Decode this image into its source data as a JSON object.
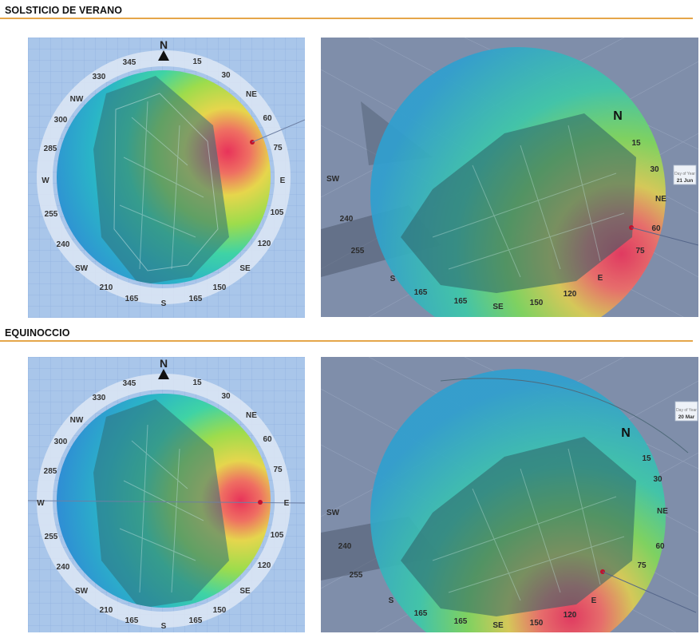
{
  "sections": [
    {
      "title": "SOLSTICIO DE VERANO",
      "top_view": {
        "north_label": "N",
        "labels": [
          "NW",
          "330",
          "345",
          "15",
          "30",
          "NE",
          "60",
          "75",
          "E",
          "105",
          "120",
          "SE",
          "150",
          "165",
          "S",
          "165",
          "210",
          "SW",
          "240",
          "255",
          "W",
          "285",
          "300"
        ]
      },
      "persp_view": {
        "north_label": "N",
        "labels": [
          "SW",
          "240",
          "255",
          "S",
          "165",
          "165",
          "SE",
          "150",
          "120",
          "E",
          "75",
          "NE",
          "30",
          "15",
          "60"
        ],
        "date_label": "21 Jun"
      }
    },
    {
      "title": "EQUINOCCIO",
      "top_view": {
        "north_label": "N",
        "labels": [
          "NW",
          "330",
          "345",
          "15",
          "30",
          "NE",
          "60",
          "75",
          "E",
          "105",
          "120",
          "SE",
          "150",
          "165",
          "S",
          "165",
          "210",
          "SW",
          "240",
          "255",
          "W",
          "285",
          "300"
        ]
      },
      "persp_view": {
        "north_label": "N",
        "labels": [
          "SW",
          "240",
          "255",
          "S",
          "165",
          "165",
          "SE",
          "150",
          "120",
          "E",
          "75",
          "NE",
          "30",
          "15",
          "60"
        ],
        "date_label": "20 Mar"
      }
    }
  ],
  "colors": {
    "accent_rule": "#e5a64a",
    "hot_spot": "#e8335a",
    "sky_blue": "#a9c6ea",
    "persp_bg": "#7f8eaa"
  }
}
